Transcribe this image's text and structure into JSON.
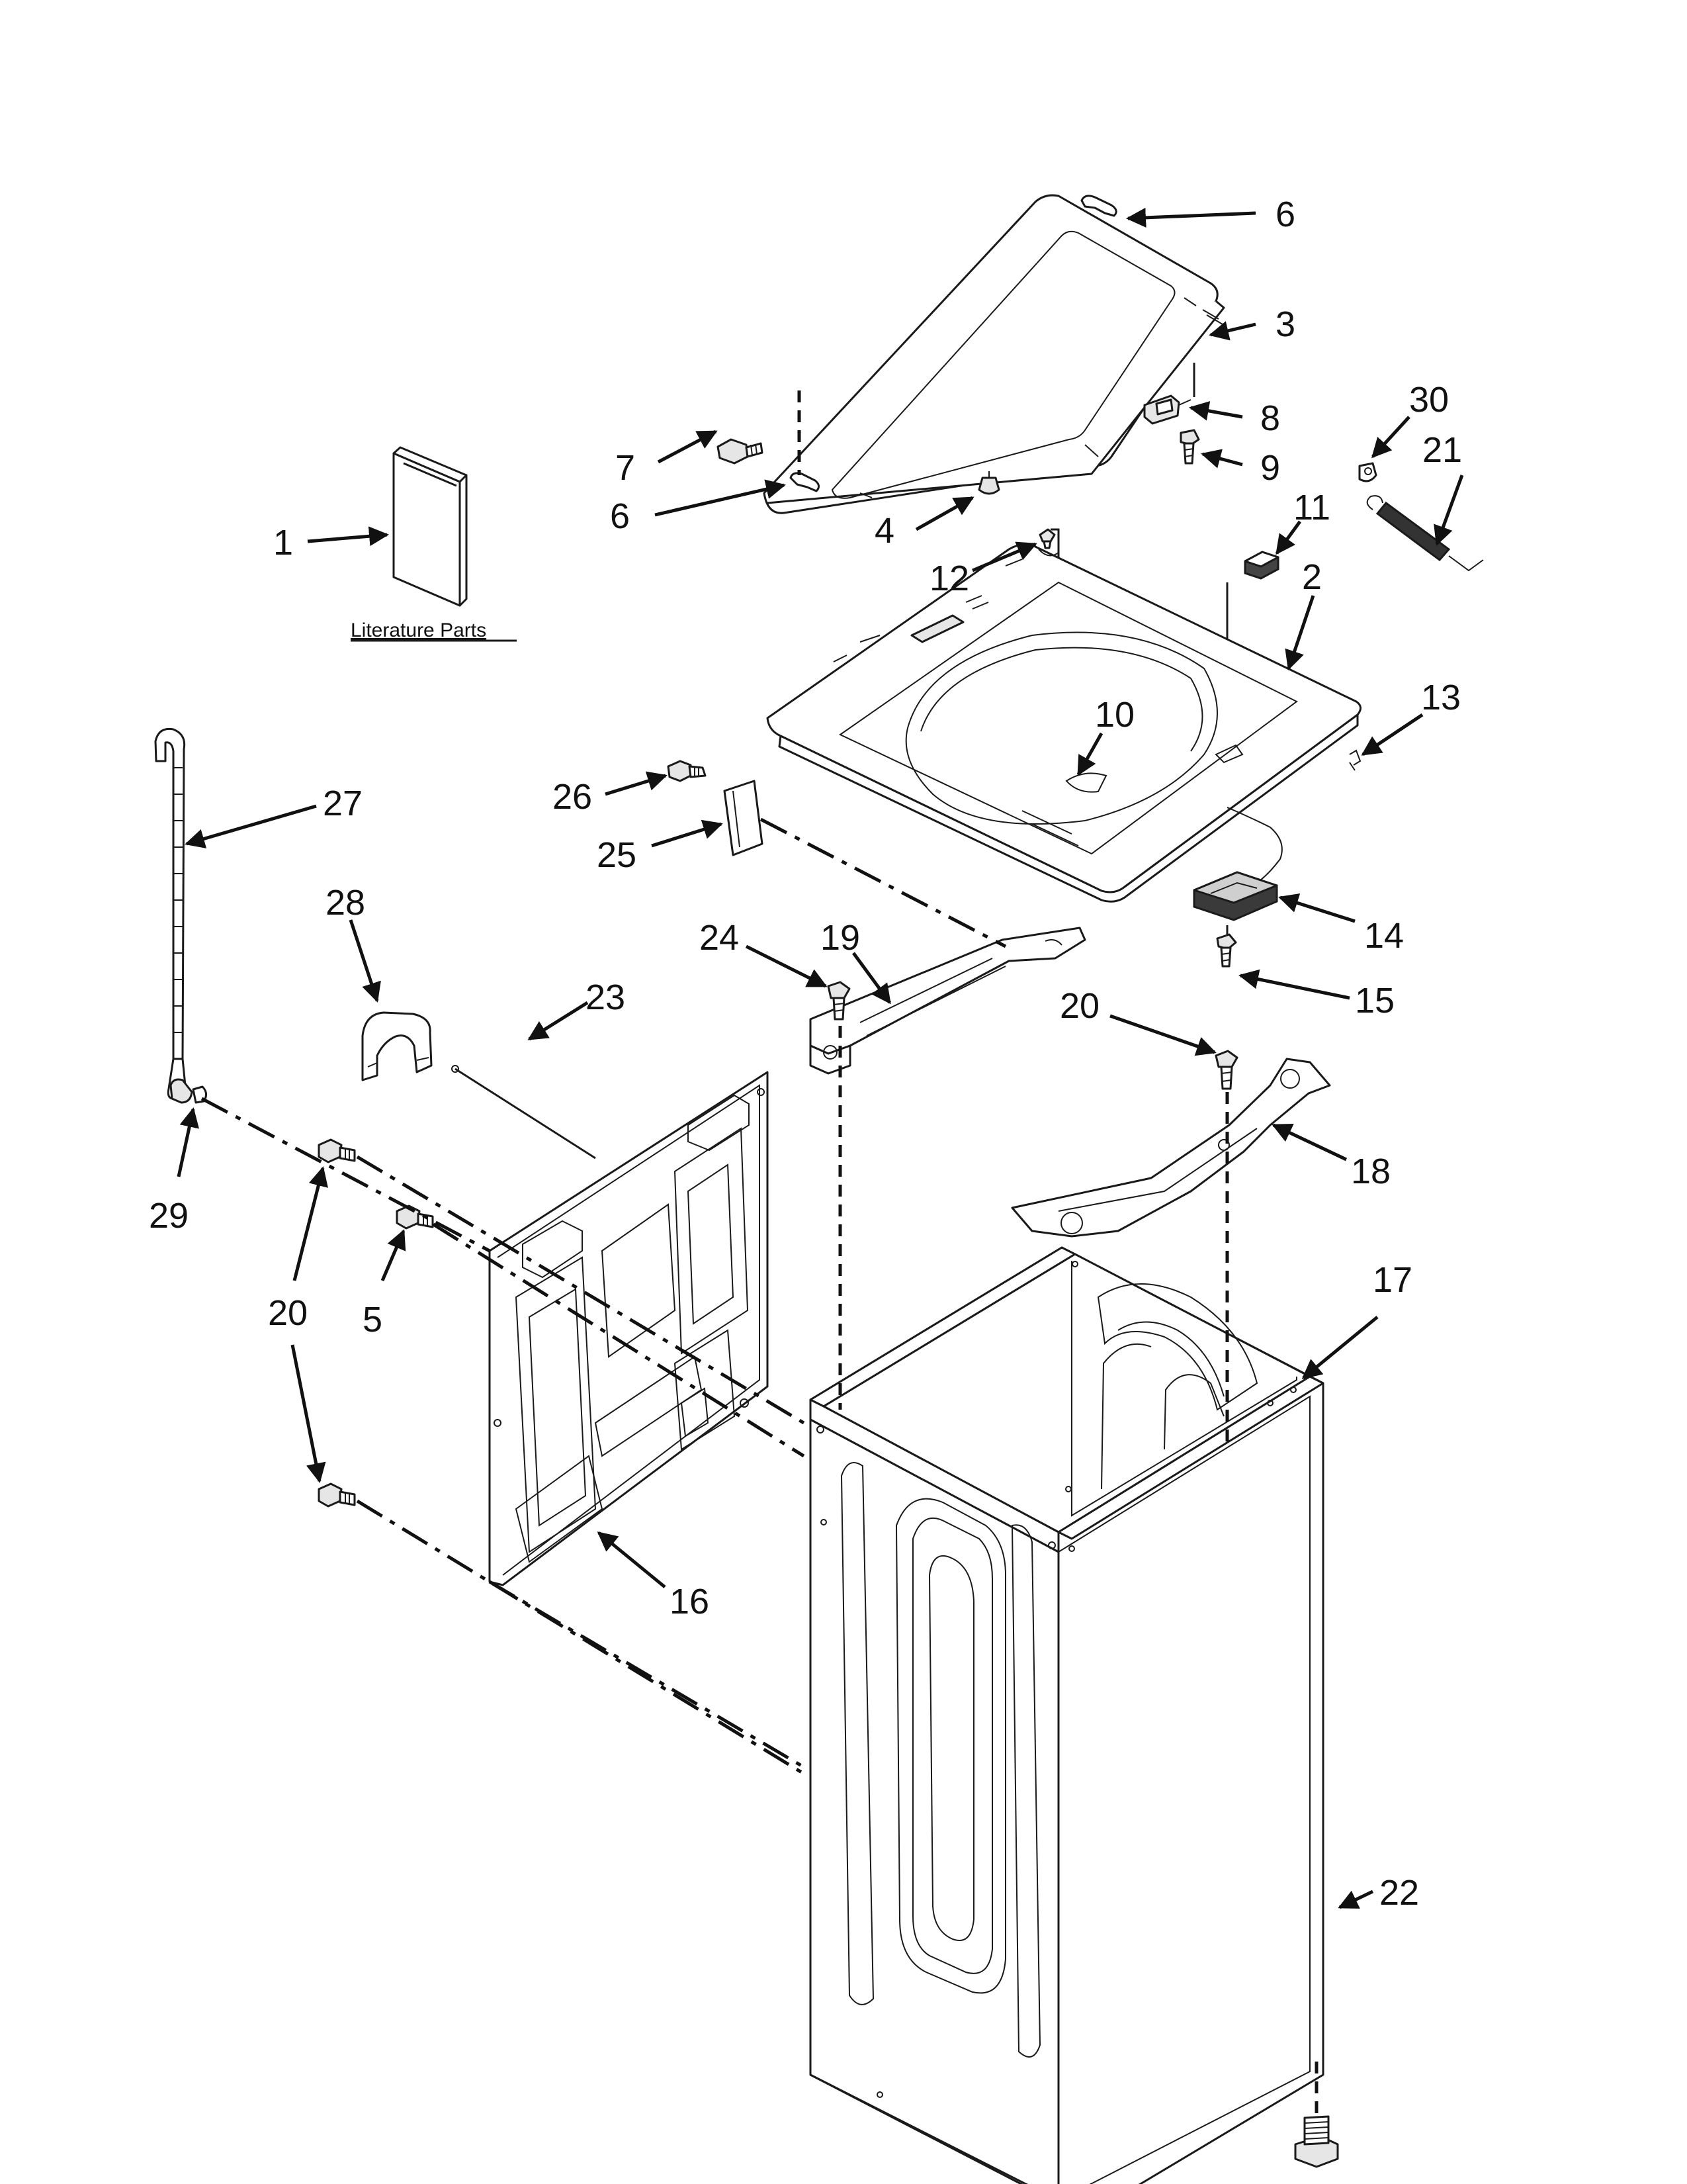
{
  "literature_label": "Literature Parts",
  "callouts": [
    {
      "id": "c6a",
      "text": "6"
    },
    {
      "id": "c3",
      "text": "3"
    },
    {
      "id": "c8",
      "text": "8"
    },
    {
      "id": "c9",
      "text": "9"
    },
    {
      "id": "c7",
      "text": "7"
    },
    {
      "id": "c6b",
      "text": "6"
    },
    {
      "id": "c4",
      "text": "4"
    },
    {
      "id": "c1",
      "text": "1"
    },
    {
      "id": "c30",
      "text": "30"
    },
    {
      "id": "c21",
      "text": "21"
    },
    {
      "id": "c11",
      "text": "11"
    },
    {
      "id": "c12",
      "text": "12"
    },
    {
      "id": "c2",
      "text": "2"
    },
    {
      "id": "c13",
      "text": "13"
    },
    {
      "id": "c10",
      "text": "10"
    },
    {
      "id": "c27",
      "text": "27"
    },
    {
      "id": "c26",
      "text": "26"
    },
    {
      "id": "c25",
      "text": "25"
    },
    {
      "id": "c14",
      "text": "14"
    },
    {
      "id": "c28",
      "text": "28"
    },
    {
      "id": "c23",
      "text": "23"
    },
    {
      "id": "c24",
      "text": "24"
    },
    {
      "id": "c19",
      "text": "19"
    },
    {
      "id": "c15",
      "text": "15"
    },
    {
      "id": "c20a",
      "text": "20"
    },
    {
      "id": "c18",
      "text": "18"
    },
    {
      "id": "c29",
      "text": "29"
    },
    {
      "id": "c20b",
      "text": "20"
    },
    {
      "id": "c5",
      "text": "5"
    },
    {
      "id": "c17",
      "text": "17"
    },
    {
      "id": "c16",
      "text": "16"
    },
    {
      "id": "c22",
      "text": "22"
    }
  ]
}
